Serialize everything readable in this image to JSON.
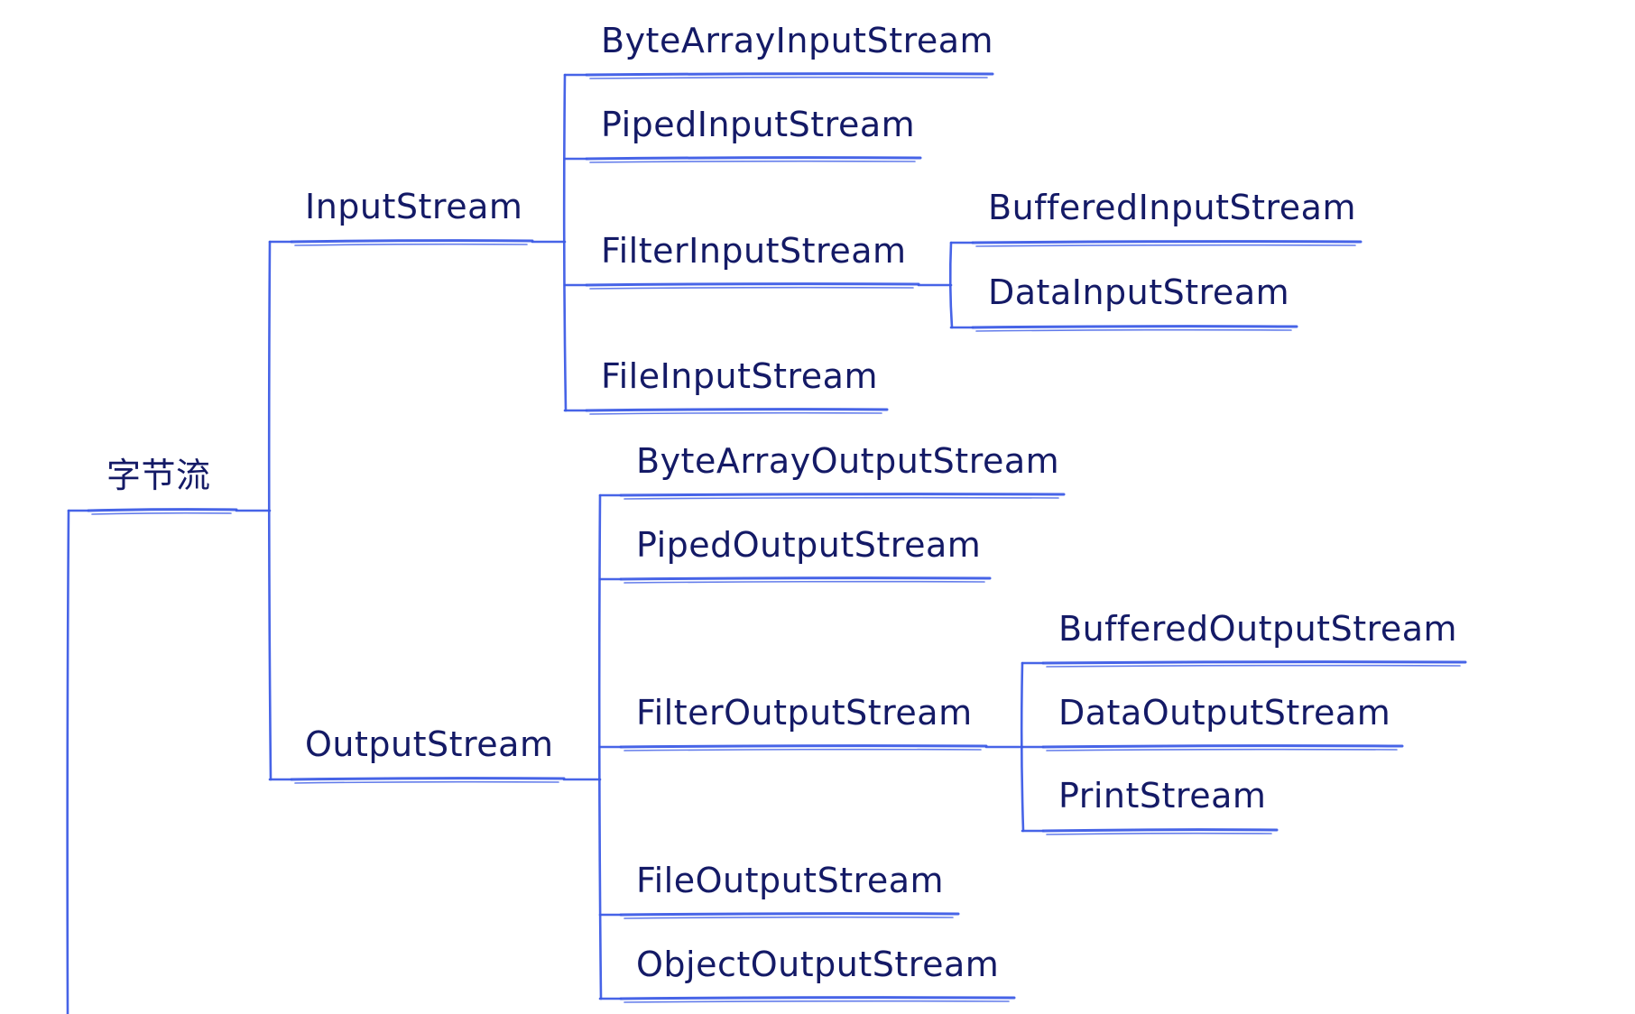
{
  "diagram": {
    "line_color": "#3d5ce6",
    "text_color": "#141a66",
    "root": {
      "label": "字节流",
      "children": [
        {
          "label": "InputStream",
          "children": [
            {
              "label": "ByteArrayInputStream"
            },
            {
              "label": "PipedInputStream"
            },
            {
              "label": "FilterInputStream",
              "children": [
                {
                  "label": "BufferedInputStream"
                },
                {
                  "label": "DataInputStream"
                }
              ]
            },
            {
              "label": "FileInputStream"
            }
          ]
        },
        {
          "label": "OutputStream",
          "children": [
            {
              "label": "ByteArrayOutputStream"
            },
            {
              "label": "PipedOutputStream"
            },
            {
              "label": "FilterOutputStream",
              "children": [
                {
                  "label": "BufferedOutputStream"
                },
                {
                  "label": "DataOutputStream"
                },
                {
                  "label": "PrintStream"
                }
              ]
            },
            {
              "label": "FileOutputStream"
            },
            {
              "label": "ObjectOutputStream"
            }
          ]
        }
      ]
    }
  }
}
